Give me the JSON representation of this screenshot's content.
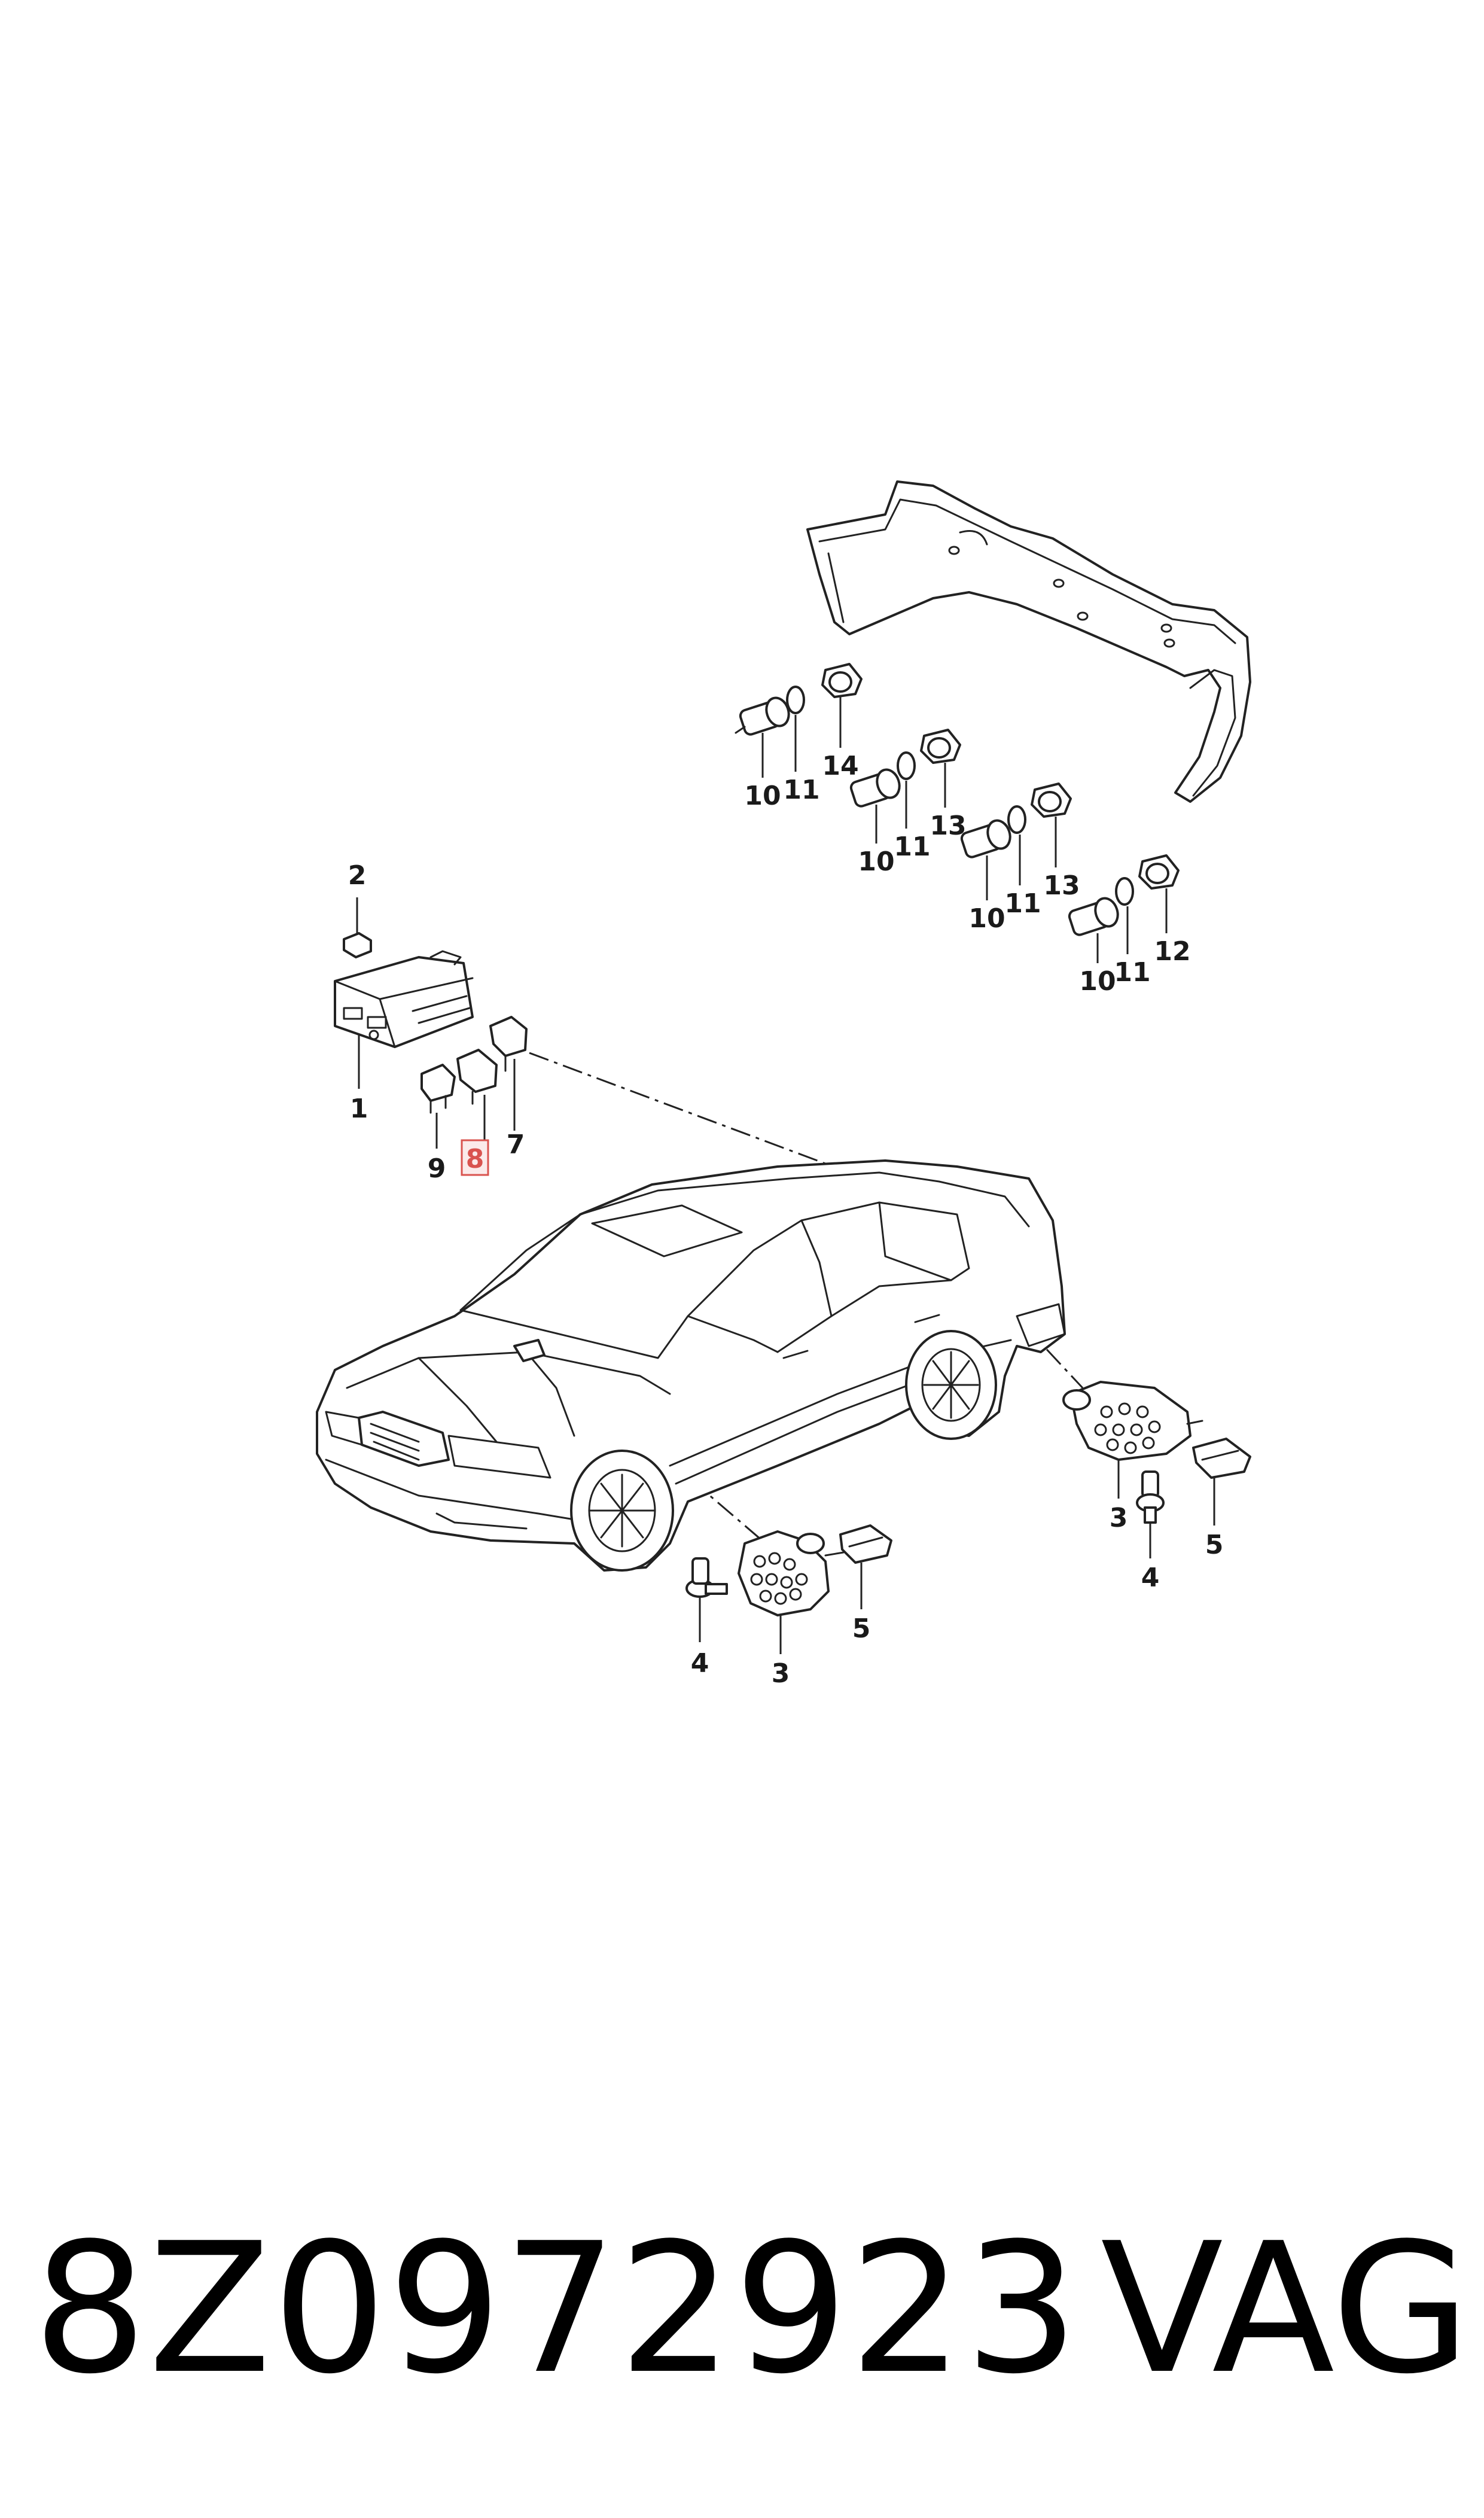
{
  "footer": {
    "part_number": "8Z0972923",
    "brand": "VAG"
  },
  "highlight_color": "#d9534f",
  "callouts": {
    "c1": "1",
    "c2": "2",
    "c3a": "3",
    "c3b": "3",
    "c4a": "4",
    "c4b": "4",
    "c5a": "5",
    "c5b": "5",
    "c7": "7",
    "c8": "8",
    "c9": "9",
    "c10a": "10",
    "c10b": "10",
    "c10c": "10",
    "c10d": "10",
    "c11a": "11",
    "c11b": "11",
    "c11c": "11",
    "c11d": "11",
    "c12": "12",
    "c13a": "13",
    "c13b": "13",
    "c14": "14"
  }
}
